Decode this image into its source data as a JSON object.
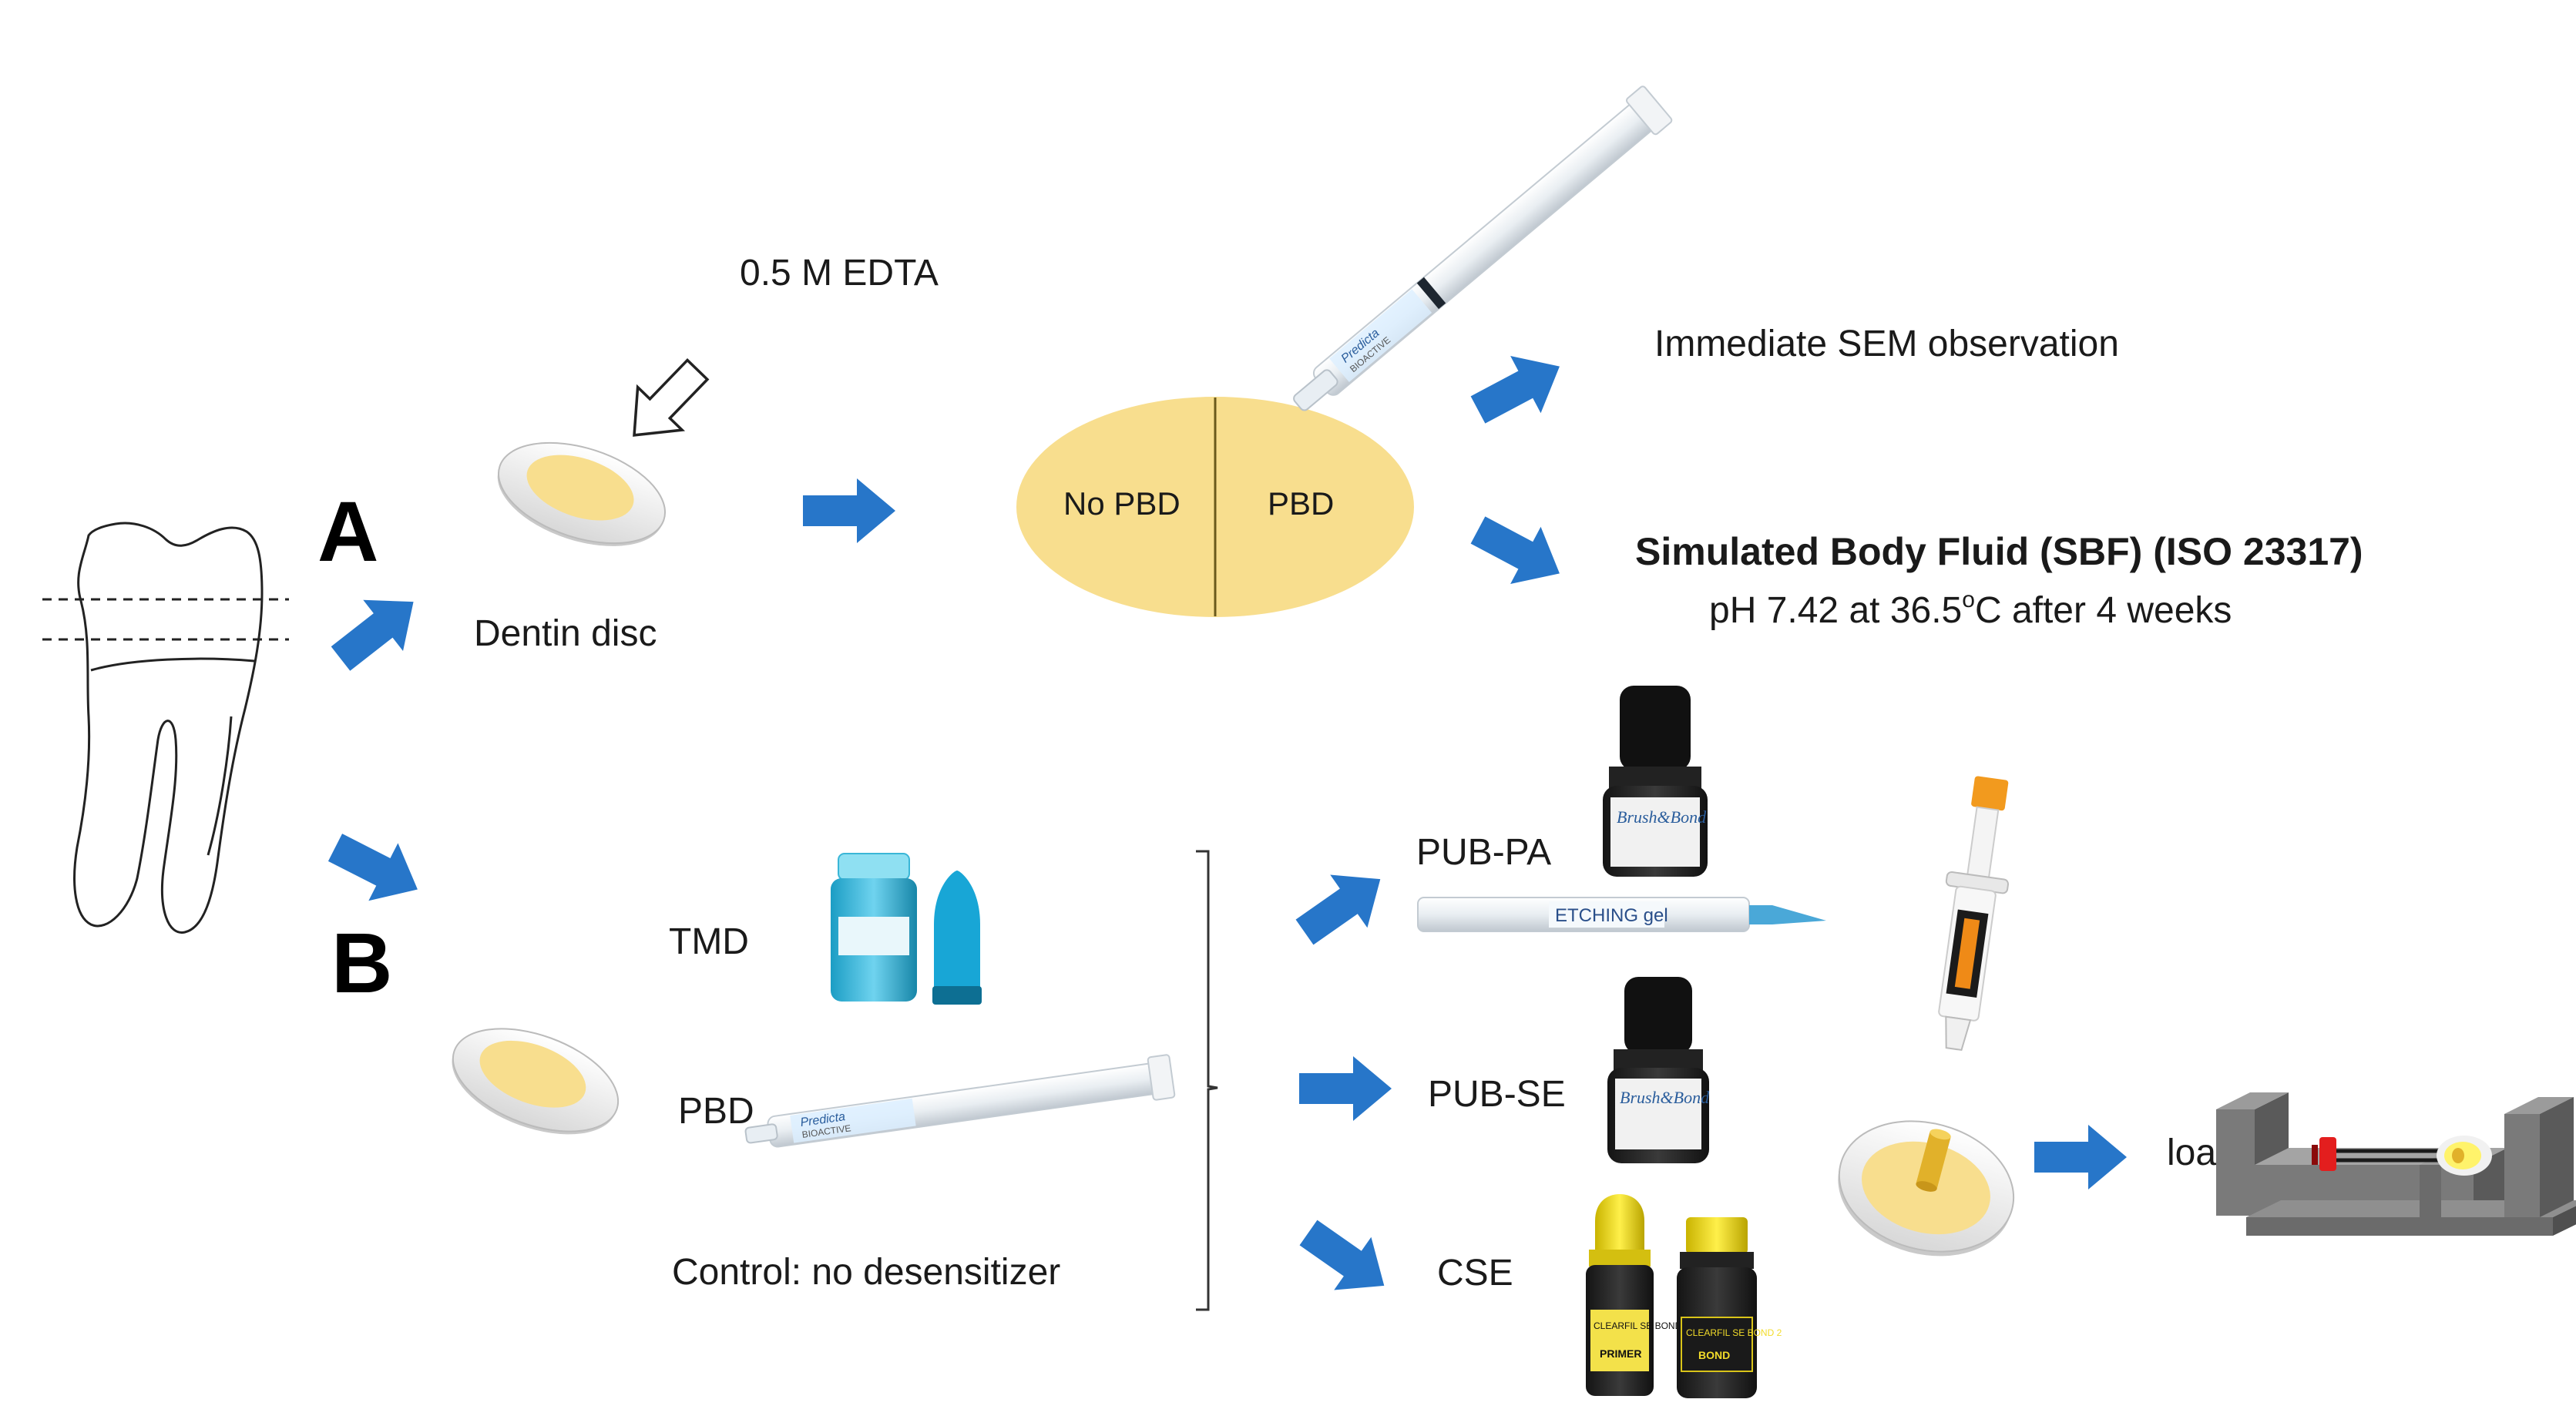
{
  "labels": {
    "section_a": "A",
    "section_b": "B",
    "edta": "0.5 M EDTA",
    "dentin_disc": "Dentin disc",
    "no_pbd": "No PBD",
    "pbd_half": "PBD",
    "immediate_sem": "Immediate SEM observation",
    "sbf_title": "Simulated Body Fluid (SBF) (ISO 23317)",
    "sbf_conditions_pre": "pH 7.42 at 36.5",
    "sbf_conditions_sup": "o",
    "sbf_conditions_post": "C after 4 weeks",
    "tmd": "TMD",
    "pbd": "PBD",
    "control": "Control: no desensitizer",
    "pub_pa": "PUB-PA",
    "pub_se": "PUB-SE",
    "cse": "CSE",
    "load": "load"
  },
  "products": {
    "predicta_brand": "Predicta",
    "bioactive": "BIOACTIVE",
    "brush_bond": "Brush&Bond",
    "etching_gel": "ETCHING gel",
    "clearfil_se": "CLEARFIL SE BOND 2",
    "primer": "PRIMER",
    "bond": "BOND"
  },
  "colors": {
    "arrow_blue": "#2776C9",
    "dentin_yellow": "#F8DE8E",
    "disc_white": "#ffffff",
    "fixture_gray": "#6b6b6b",
    "red_marker": "#E31E1E"
  }
}
